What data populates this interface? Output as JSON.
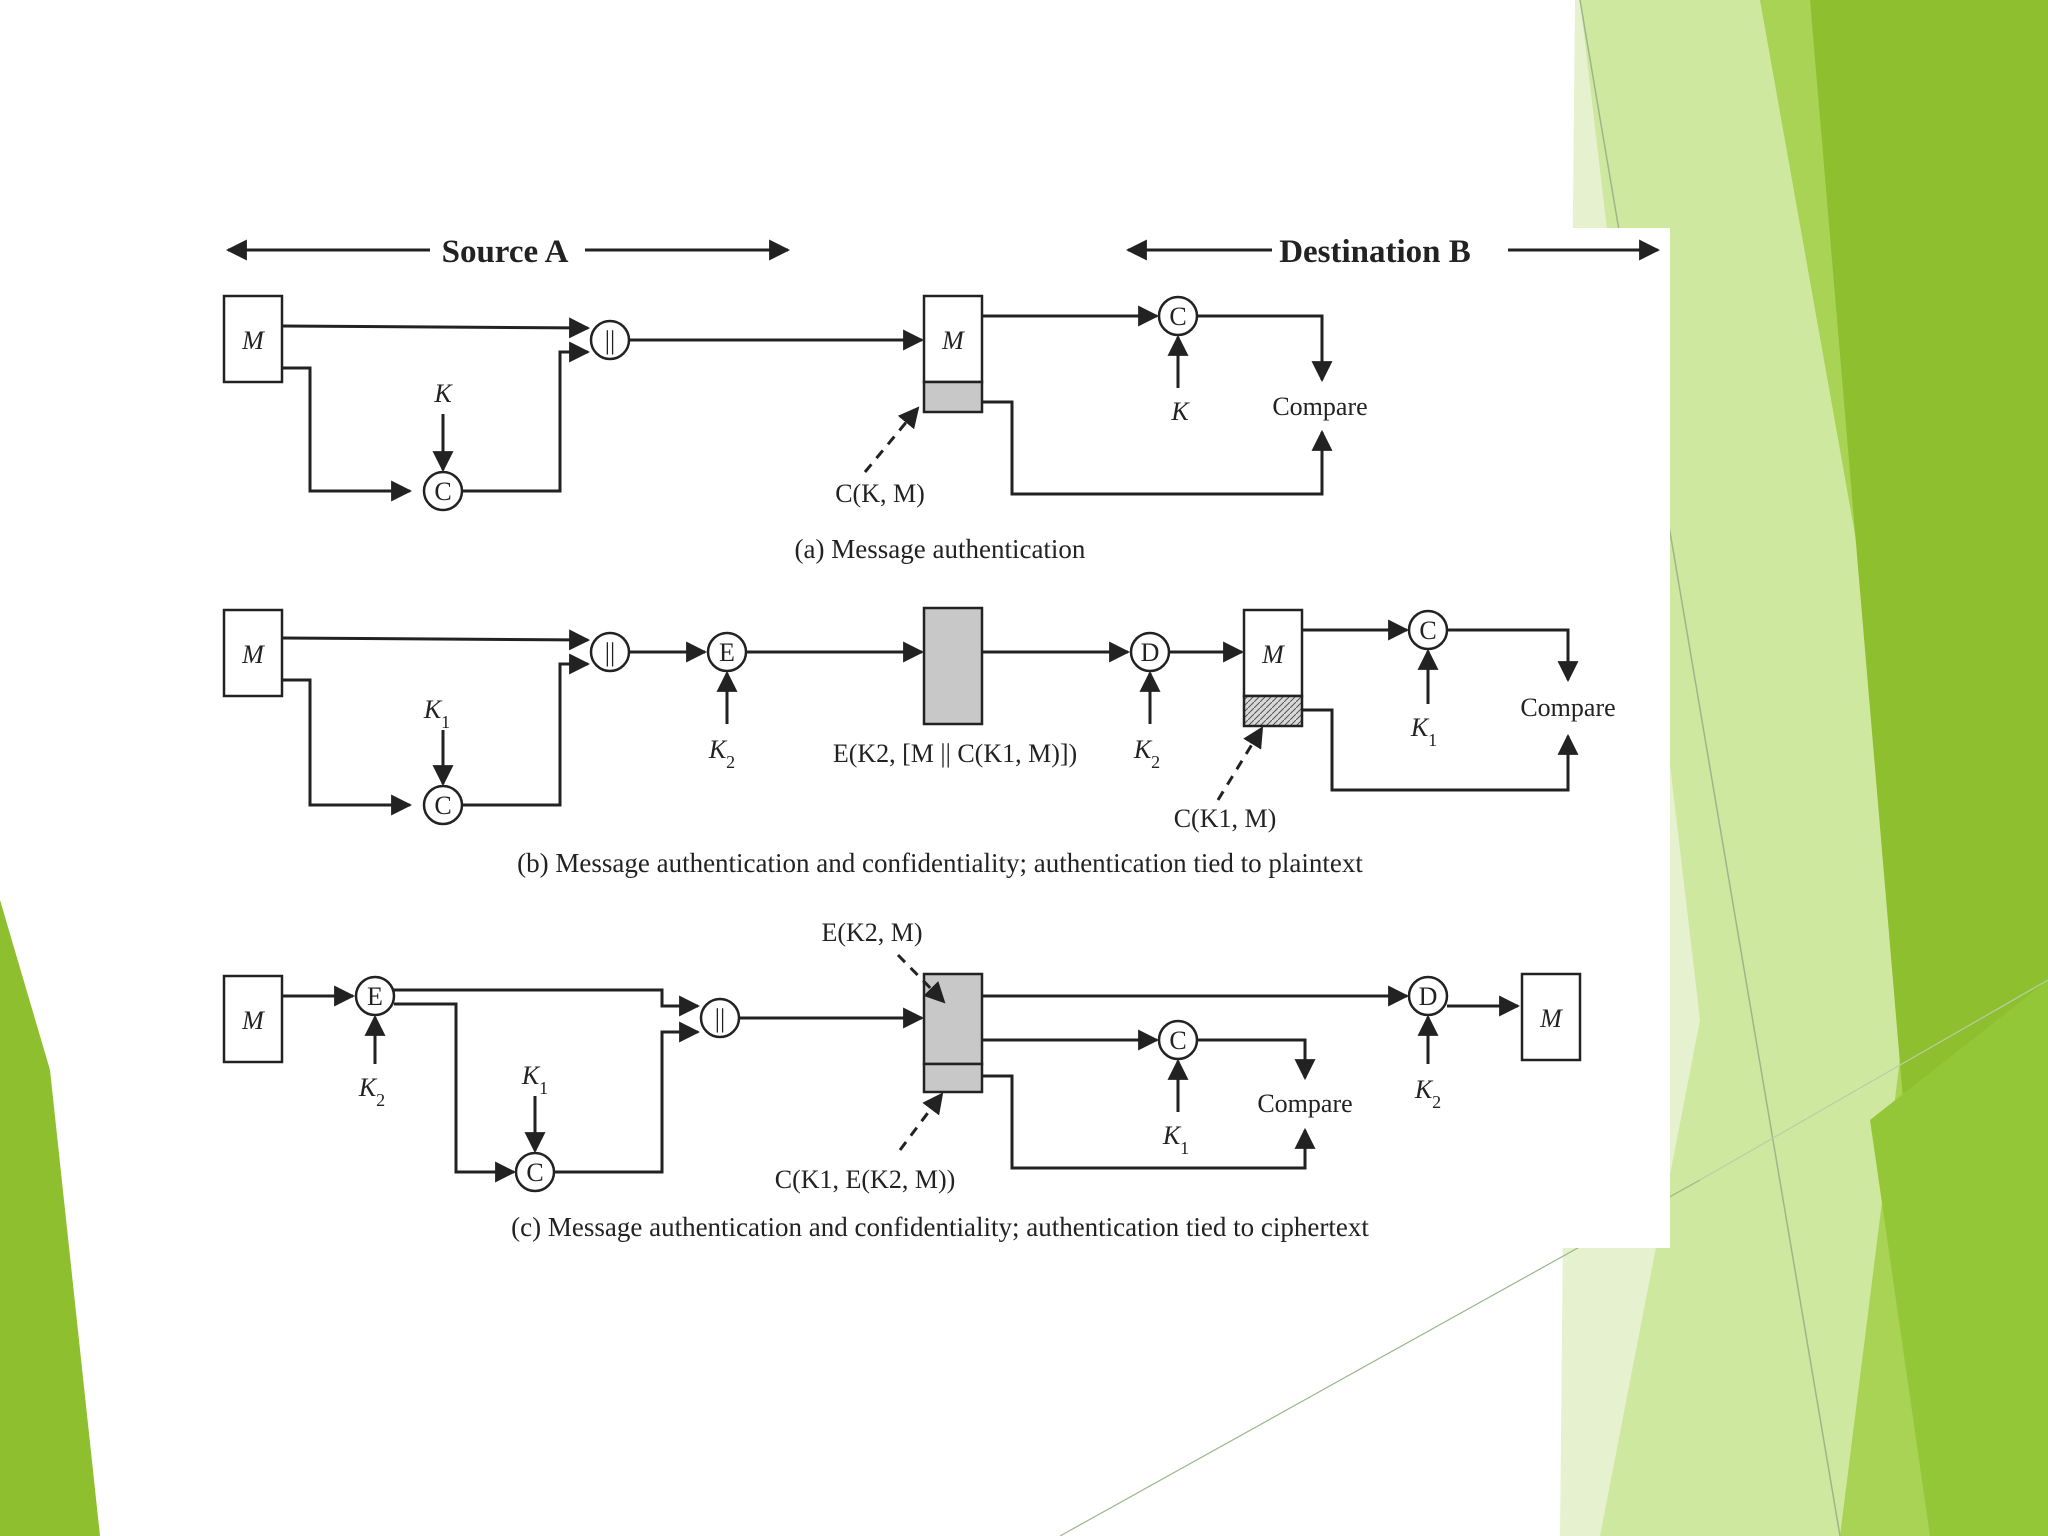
{
  "theme": {
    "green_dark": "#8dbf2e",
    "green_mid": "#a9d354",
    "green_light": "#cfe8a0",
    "green_pale": "#e6f2cf",
    "gray_fill": "#c8c8c8"
  },
  "headers": {
    "source": "Source A",
    "destination": "Destination B"
  },
  "symbols": {
    "message": "M",
    "concat": "||",
    "mac": "C",
    "encrypt": "E",
    "decrypt": "D",
    "key": "K",
    "key_subscript_1": "1",
    "key_subscript_2": "2",
    "compare": "Compare"
  },
  "panel_a": {
    "caption": "(a) Message authentication",
    "mac_label": "C(K, M)"
  },
  "panel_b": {
    "caption": "(b) Message authentication and confidentiality; authentication tied to plaintext",
    "cipher_label": "E(K2, [M || C(K1, M)])",
    "mac_label": "C(K1, M)"
  },
  "panel_c": {
    "caption": "(c) Message authentication and confidentiality; authentication tied to ciphertext",
    "cipher_label": "E(K2, M)",
    "mac_label": "C(K1, E(K2, M))"
  }
}
